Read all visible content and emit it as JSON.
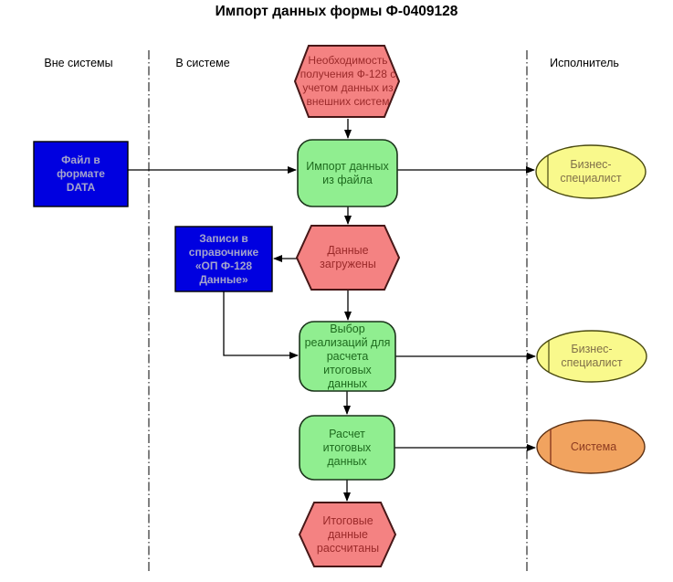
{
  "title": "Импорт данных формы Ф-0409128",
  "lanes": {
    "outside": "Вне системы",
    "inside": "В системе",
    "executor": "Исполнитель"
  },
  "nodes": {
    "event_start": {
      "type": "event",
      "label": "Необходимость\nполучения Ф-128 с\nучетом данных из\nвнешних систем"
    },
    "file_data": {
      "type": "data",
      "label": "Файл в\nформате\nDATA"
    },
    "import_function": {
      "type": "function",
      "label": "Импорт данных\nиз файла"
    },
    "business_specialist_1": {
      "type": "role",
      "label": "Бизнес-\nспециалист"
    },
    "event_loaded": {
      "type": "event",
      "label": "Данные\nзагружены"
    },
    "registry_records": {
      "type": "data",
      "label": "Записи в\nсправочнике\n«ОП Ф-128\nДанные»"
    },
    "select_function": {
      "type": "function",
      "label": "Выбор\nреализаций для\nрасчета итоговых\nданных"
    },
    "business_specialist_2": {
      "type": "role",
      "label": "Бизнес-\nспециалист"
    },
    "calc_function": {
      "type": "function",
      "label": "Расчет\nитоговых\nданных"
    },
    "system_actor": {
      "type": "system",
      "label": "Система"
    },
    "event_done": {
      "type": "event",
      "label": "Итоговые\nданные\nрассчитаны"
    }
  },
  "colors": {
    "event_fill": "#f48282",
    "event_border": "#471717",
    "event_text": "#9b2a2a",
    "data_fill": "#0000e0",
    "data_border": "#000000",
    "data_text": "#a4a4cc",
    "function_fill": "#90ee90",
    "function_border": "#1a331a",
    "function_text": "#1e6b1e",
    "role_fill": "#f9f98c",
    "role_border": "#4a4a10",
    "role_text": "#80704a",
    "system_fill": "#f1a35f",
    "system_border": "#5e3214",
    "system_chord": "#8b3a1e",
    "system_text": "#8c3a20",
    "line": "#000000"
  }
}
